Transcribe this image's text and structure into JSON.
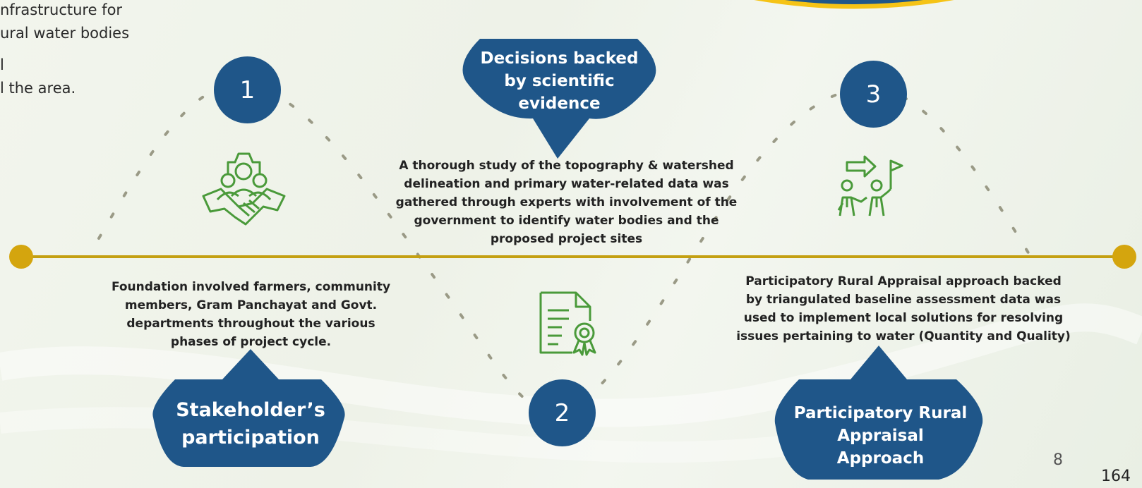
{
  "intro_lines": [
    "nfrastructure for",
    "ural water bodies",
    "l",
    "l the area."
  ],
  "steps": [
    {
      "number": "1",
      "title_lines": [
        "Stakeholder’s",
        "participation"
      ],
      "description": [
        "Foundation involved farmers, community",
        "members, Gram Panchayat and Govt.",
        "departments  throughout the various",
        "phases of project cycle."
      ]
    },
    {
      "number": "2",
      "title_lines": [
        "Decisions backed",
        "by scientific",
        "evidence"
      ],
      "description": [
        "A thorough study of the topography & watershed",
        "delineation and primary water-related data was",
        "gathered through experts with involvement of the",
        "government  to identify water bodies and the",
        "proposed project sites"
      ]
    },
    {
      "number": "3",
      "title_lines": [
        "Participatory Rural",
        "Appraisal",
        "Approach"
      ],
      "description": [
        "Participatory Rural Appraisal approach backed",
        "by triangulated baseline assessment data was",
        "used to implement  local solutions for resolving",
        "issues pertaining to water (Quantity and Quality)"
      ]
    }
  ],
  "icons": [
    "handshake-teamwork-icon",
    "certificate-document-icon",
    "leadership-people-icon"
  ],
  "page_number": "8",
  "corner_number": "164",
  "colors": {
    "accent_blue": "#1f5689",
    "timeline_gold": "#c4a012",
    "icon_green": "#4a9a3a"
  }
}
